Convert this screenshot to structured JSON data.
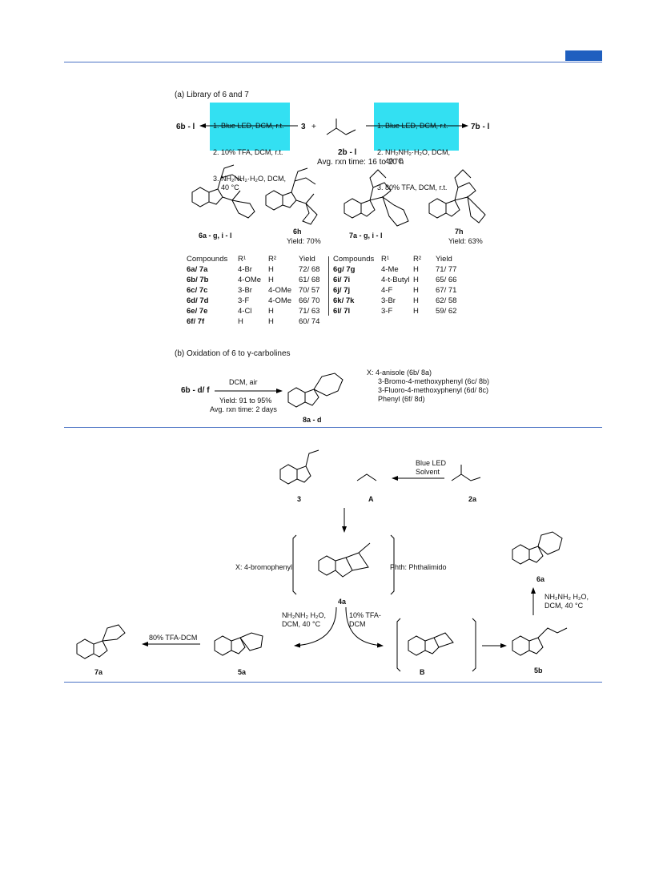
{
  "header": {
    "accent_color": "#1f5fbf",
    "rule_color": "#4a72c4"
  },
  "panel_a": {
    "title": "(a)  Library of 6 and 7",
    "left_conditions": [
      "1. Blue LED, DCM, r.t.",
      "2. 10% TFA, DCM, r.t.",
      "3. NH₂NH₂·H₂O, DCM,\n    40 °C"
    ],
    "right_conditions": [
      "1. Blue LED, DCM, r.t.",
      "2. NH₂NH₂·H₂O, DCM,\n    40 °C",
      "3. 80% TFA, DCM, r.t."
    ],
    "left_product": "6b - l",
    "reagent_3": "3",
    "plus": "+",
    "diazo_label": "2b - l",
    "right_product": "7b - l",
    "avg_time": "Avg. rxn time: 16 to 20 h",
    "structures": [
      {
        "label": "6a - g, i - l",
        "yield": ""
      },
      {
        "label": "6h",
        "yield": "Yield: 70%"
      },
      {
        "label": "7a - g, i - l",
        "yield": ""
      },
      {
        "label": "7h",
        "yield": "Yield: 63%"
      }
    ],
    "table_headers": [
      "Compounds",
      "R¹",
      "R²",
      "Yield"
    ],
    "table_left": [
      [
        "6a/ 7a",
        "4-Br",
        "H",
        "72/ 68"
      ],
      [
        "6b/ 7b",
        "4-OMe",
        "H",
        "61/ 68"
      ],
      [
        "6c/ 7c",
        "3-Br",
        "4-OMe",
        "70/ 57"
      ],
      [
        "6d/ 7d",
        "3-F",
        "4-OMe",
        "66/ 70"
      ],
      [
        "6e/ 7e",
        "4-Cl",
        "H",
        "71/ 63"
      ],
      [
        "6f/ 7f",
        "H",
        "H",
        "60/ 74"
      ]
    ],
    "table_right": [
      [
        "6g/ 7g",
        "4-Me",
        "H",
        "71/ 77"
      ],
      [
        "6i/ 7i",
        "4-t-Butyl",
        "H",
        "65/ 66"
      ],
      [
        "6j/ 7j",
        "4-F",
        "H",
        "67/ 71"
      ],
      [
        "6k/ 7k",
        "3-Br",
        "H",
        "62/ 58"
      ],
      [
        "6l/ 7l",
        "3-F",
        "H",
        "59/ 62"
      ]
    ]
  },
  "panel_b": {
    "title": "(b)  Oxidation of 6 to γ-carbolines",
    "reactant": "6b - d/ f",
    "condition": "DCM, air",
    "yield": "Yield: 91 to 95%",
    "time": "Avg. rxn time: 2 days",
    "product": "8a - d",
    "x_list": [
      "X: 4-anisole (6b/ 8a)",
      "3-Bromo-4-methoxyphenyl (6c/ 8b)",
      "3-Fluoro-4-methoxyphenyl (6d/ 8c)",
      "Phenyl (6f/ 8d)"
    ]
  },
  "mechanism": {
    "label_3": "3",
    "label_A": "A",
    "label_2a": "2a",
    "blue_led": "Blue LED",
    "solvent": "Solvent",
    "x_def": "X: 4-bromophenyl",
    "phth_def": "Phth: Phthalimido",
    "label_4a": "4a",
    "hydrazine_left": [
      "NH₂NH₂ H₂O,",
      "DCM, 40 °C"
    ],
    "tfa_10": [
      "10% TFA-",
      "DCM"
    ],
    "tfa_80": "80% TFA-DCM",
    "label_5a": "5a",
    "label_7a": "7a",
    "label_B": "B",
    "label_5b": "5b",
    "label_6a": "6a",
    "hydrazine_right": [
      "NH₂NH₂ H₂O,",
      "DCM, 40 °C"
    ]
  }
}
